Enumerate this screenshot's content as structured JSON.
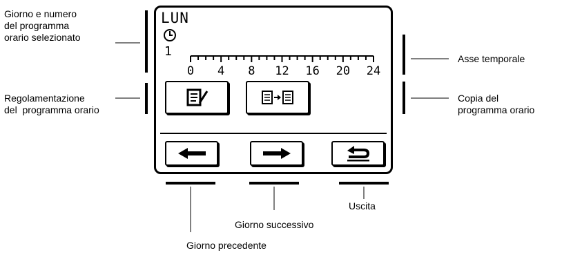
{
  "display": {
    "day": "LUN",
    "program_number": "1",
    "axis_ticks": [
      "0",
      "4",
      "8",
      "12",
      "16",
      "20",
      "24"
    ]
  },
  "callouts": {
    "day_program_1": "Giorno e numero",
    "day_program_2": "del programma",
    "day_program_3": "orario selezionato",
    "regulation_1": "Regolamentazione",
    "regulation_2": "del  programma orario",
    "time_axis": "Asse temporale",
    "copy_1": "Copia del",
    "copy_2": "programma orario",
    "exit": "Uscita",
    "next_day": "Giorno successivo",
    "prev_day": "Giorno precedente"
  },
  "icons": {
    "clock": "clock-icon",
    "edit": "edit-program-icon",
    "copy": "copy-program-icon",
    "left": "arrow-left-icon",
    "right": "arrow-right-icon",
    "back": "return-icon"
  }
}
